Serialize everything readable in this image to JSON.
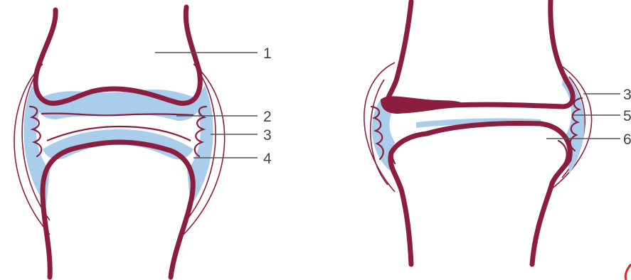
{
  "colors": {
    "bone_outline": "#8b1e3f",
    "cartilage": "#a9cdea",
    "label_text": "#444444"
  },
  "labels": {
    "left": [
      "1",
      "2",
      "3",
      "4"
    ],
    "right": [
      "3",
      "5",
      "6"
    ]
  }
}
